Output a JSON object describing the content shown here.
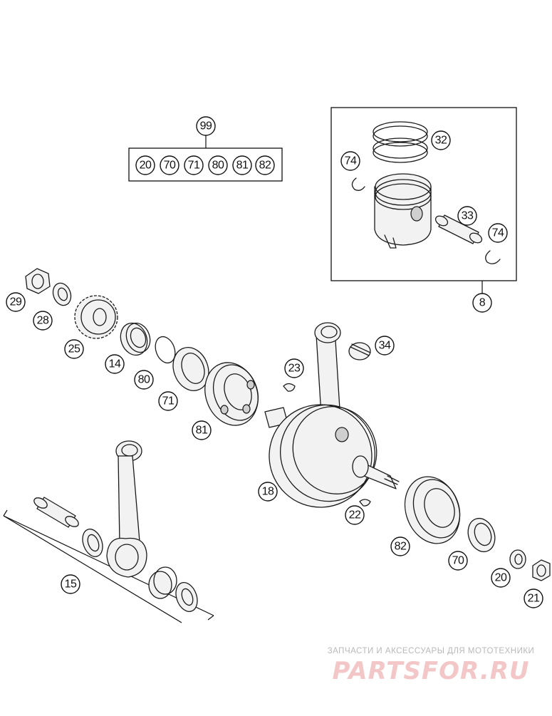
{
  "diagram": {
    "callouts": {
      "kit": "99",
      "kit_items": [
        "20",
        "70",
        "71",
        "80",
        "81",
        "82"
      ],
      "piston_group": "8",
      "ring": "32",
      "pin": "33",
      "circlip_left": "74",
      "circlip_right": "74",
      "nut_left": "29",
      "washer_left": "28",
      "gear": "25",
      "bushing": "14",
      "o_ring": "80",
      "seal_left": "71",
      "bearing_left": "81",
      "woodruff_top": "23",
      "needle_bearing_top": "34",
      "crankshaft": "18",
      "woodruff_bottom": "22",
      "bearing_right": "82",
      "seal_right": "70",
      "washer_right": "20",
      "nut_right": "21",
      "conrod_kit": "15"
    }
  },
  "watermark": {
    "tagline": "ЗАПЧАСТИ И АКСЕССУАРЫ ДЛЯ МОТОТЕХНИКИ",
    "brand": "PARTSFOR.RU"
  }
}
